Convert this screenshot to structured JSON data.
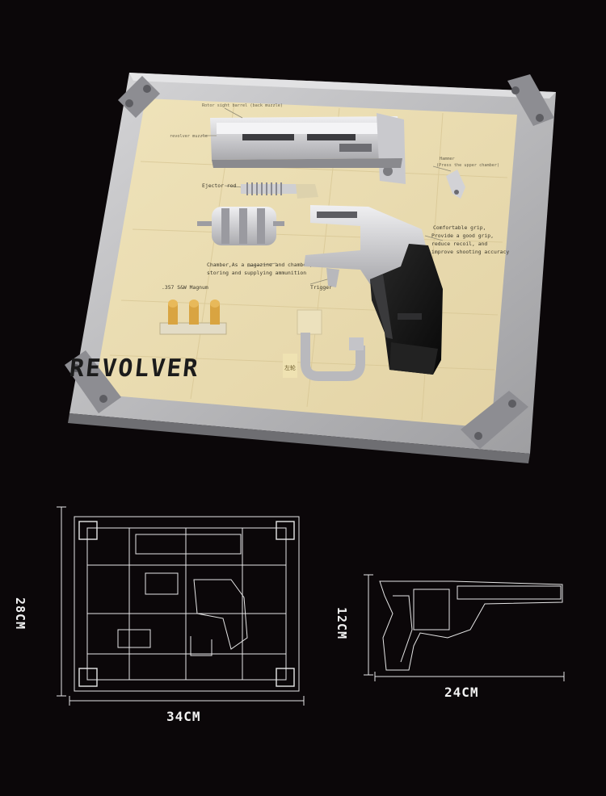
{
  "product": {
    "logo_text": "REVOLVER",
    "logo_badge": "左轮",
    "callouts": {
      "top": "Rotor sight barrel (back muzzle)",
      "muzzle": "revolver muzzle",
      "hammer_title": "Hammer",
      "hammer_desc": "(Press the upper chamber)",
      "ejector": "Ejector rod",
      "grip_1": "Comfortable grip,",
      "grip_2": "Provide a good grip,",
      "grip_3": "reduce recoil, and",
      "grip_4": "improve shooting accuracy",
      "chamber_1": "Chamber,As a magazine and chamber,",
      "chamber_2": "storing and supplying ammunition",
      "trigger": "Trigger",
      "ammo": ".357 S&W Magnum"
    }
  },
  "dimensions": {
    "frame_height": "28CM",
    "frame_width": "34CM",
    "gun_height": "12CM",
    "gun_width": "24CM"
  },
  "colors": {
    "background": "#0b0709",
    "frame": "#b9b9bb",
    "board": "#e9dbb0",
    "gun_light": "#d6d6d8",
    "grip": "#151515",
    "brass": "#d9a441"
  }
}
